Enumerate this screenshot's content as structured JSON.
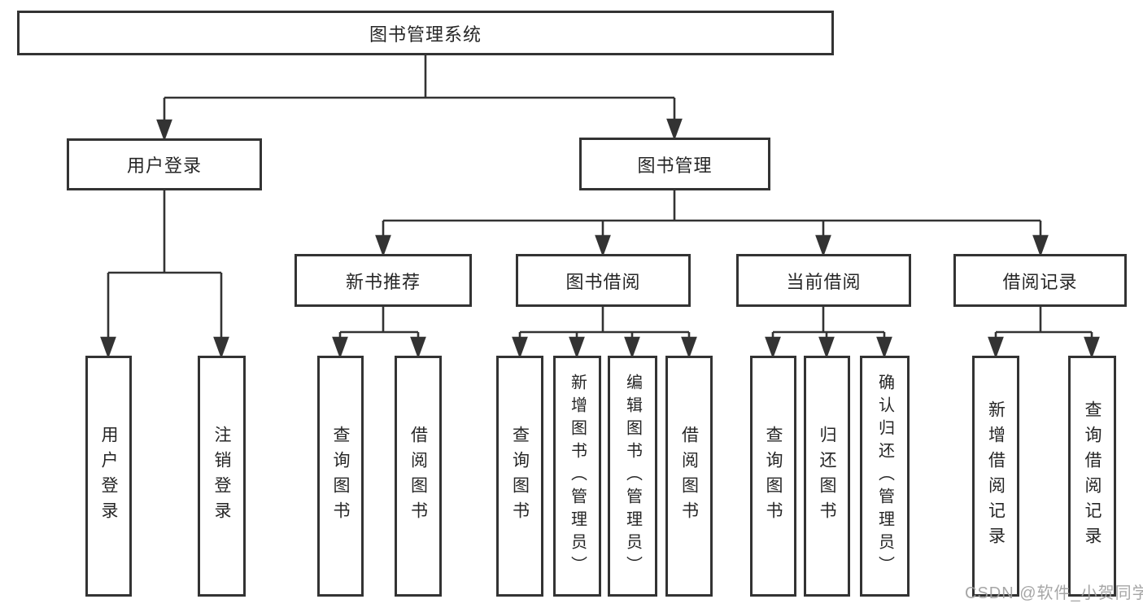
{
  "diagram": {
    "title": "图书管理系统",
    "level2": [
      "用户登录",
      "图书管理"
    ],
    "level3": [
      "新书推荐",
      "图书借阅",
      "当前借阅",
      "借阅记录"
    ],
    "leaves": [
      "用户登录",
      "注销登录",
      "查询图书",
      "借阅图书",
      "查询图书",
      "新增图书（管理员）",
      "编辑图书（管理员）",
      "借阅图书",
      "查询图书",
      "归还图书",
      "确认归还（管理员）",
      "新增借阅记录",
      "查询借阅记录"
    ],
    "hierarchy": {
      "图书管理系统": {
        "用户登录": [
          "用户登录",
          "注销登录"
        ],
        "图书管理": {
          "新书推荐": [
            "查询图书",
            "借阅图书"
          ],
          "图书借阅": [
            "查询图书",
            "新增图书（管理员）",
            "编辑图书（管理员）",
            "借阅图书"
          ],
          "当前借阅": [
            "查询图书",
            "归还图书",
            "确认归还（管理员）"
          ],
          "借阅记录": [
            "新增借阅记录",
            "查询借阅记录"
          ]
        }
      }
    },
    "watermark": "CSDN @软件_小贺同学",
    "colors": {
      "line": "#333333",
      "text": "#262626",
      "background": "#ffffff",
      "watermark": "#9e9e9e"
    }
  }
}
